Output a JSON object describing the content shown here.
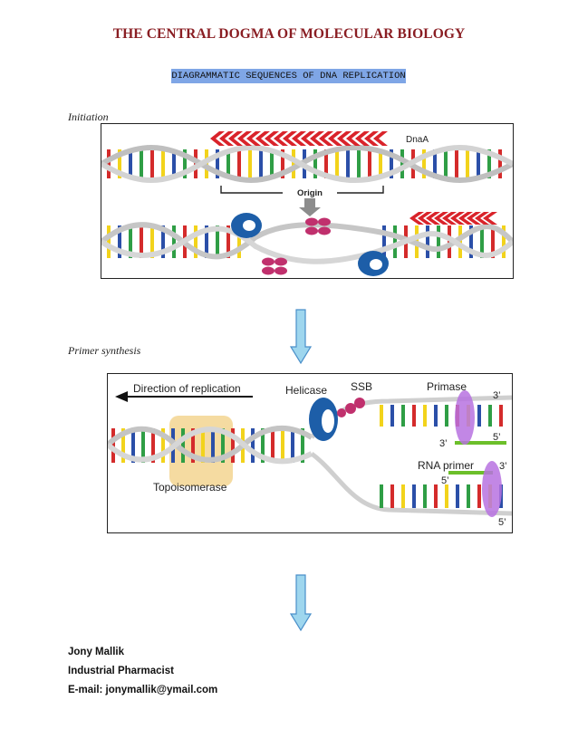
{
  "document": {
    "title": "THE CENTRAL DOGMA OF MOLECULAR BIOLOGY",
    "subtitle": "DIAGRAMMATIC SEQUENCES OF DNA REPLICATION"
  },
  "sections": {
    "initiation": {
      "heading": "Initiation",
      "labels": {
        "dnaa": "DnaA",
        "origin": "Origin"
      }
    },
    "primer_synthesis": {
      "heading": "Primer synthesis",
      "labels": {
        "direction": "Direction of replication",
        "helicase": "Helicase",
        "ssb": "SSB",
        "primase": "Primase",
        "topoisomerase": "Topoisomerase",
        "rna_primer": "RNA primer",
        "three_prime_top": "3’",
        "five_prime_top": "5’",
        "three_prime_mid": "3’",
        "three_prime_lower": "3’",
        "five_prime_lower": "5’",
        "five_prime_bottom": "5’"
      }
    }
  },
  "author": {
    "name": "Jony Mallik",
    "role": "Industrial Pharmacist",
    "email": "E-mail: jonymallik@ymail.com"
  },
  "colors": {
    "title": "#8a1e23",
    "subtitle_highlight": "#7fa6e6",
    "arrow_fill": "#9ed6ee",
    "arrow_stroke": "#4a8fc9",
    "dnaa_red": "#d9232a",
    "helicase_blue": "#1d5ea8",
    "protein_magenta": "#c0306d",
    "primase_purple": "#b772e0",
    "topoisomerase_tan": "#f3d591",
    "base_red": "#d42b2b",
    "base_yellow": "#f2d31b",
    "base_blue": "#2b4fa8",
    "base_green": "#2f9e45"
  }
}
